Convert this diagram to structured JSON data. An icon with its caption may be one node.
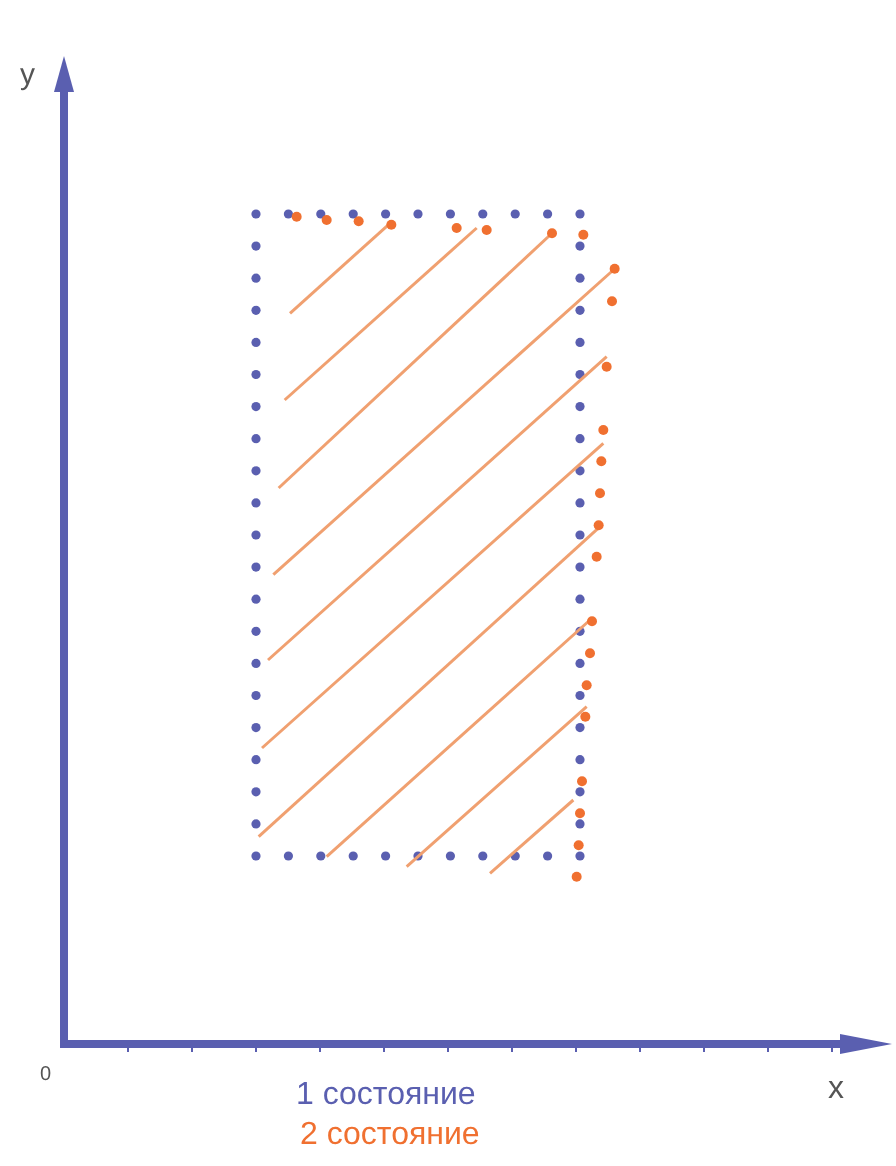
{
  "diagram": {
    "labels": [
      "y",
      "0",
      "1 состояние",
      "2 состояние",
      "x"
    ]
  }
}
